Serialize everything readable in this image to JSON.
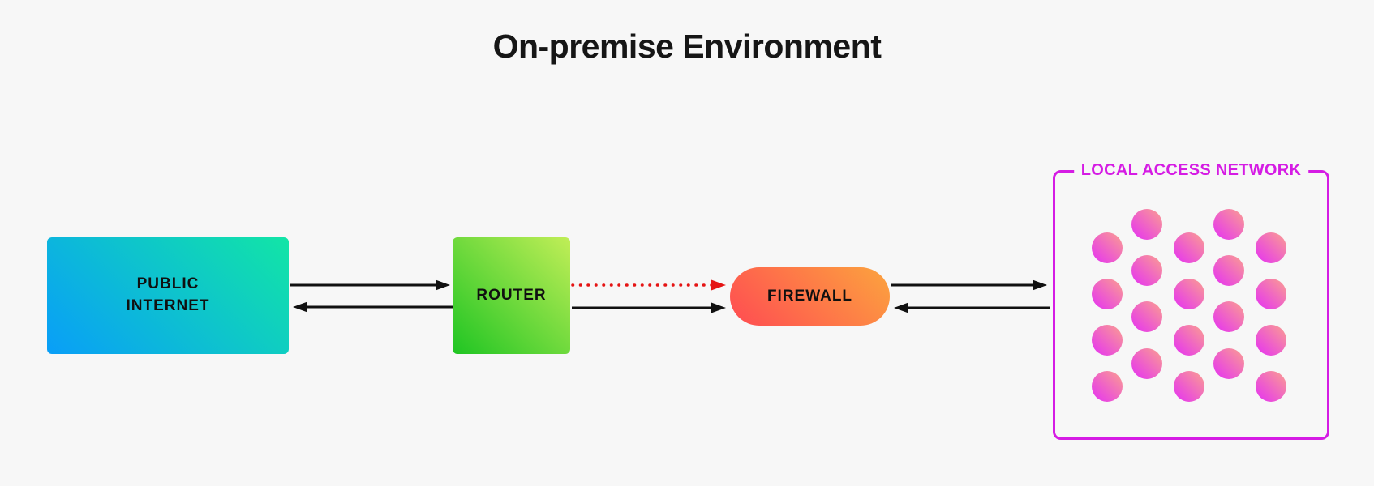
{
  "title": "On-premise Environment",
  "nodes": {
    "public_internet": {
      "label": "PUBLIC\nINTERNET",
      "shape": "rectangle"
    },
    "router": {
      "label": "ROUTER",
      "shape": "square"
    },
    "firewall": {
      "label": "FIREWALL",
      "shape": "pill"
    },
    "lan": {
      "label": "LOCAL ACCESS NETWORK",
      "shape": "outlined-box",
      "device_count": 20
    }
  },
  "connections": [
    {
      "from": "public-internet",
      "to": "router",
      "style": "solid",
      "direction": "right"
    },
    {
      "from": "router",
      "to": "public-internet",
      "style": "solid",
      "direction": "left"
    },
    {
      "from": "router",
      "to": "firewall",
      "style": "dotted",
      "direction": "right"
    },
    {
      "from": "router",
      "to": "firewall",
      "style": "solid",
      "direction": "right"
    },
    {
      "from": "firewall",
      "to": "lan",
      "style": "solid",
      "direction": "right"
    },
    {
      "from": "lan",
      "to": "firewall",
      "style": "solid",
      "direction": "left"
    }
  ],
  "colors": {
    "background": "#f7f7f7",
    "title_text": "#161616",
    "node_text": "#101010",
    "internet_gradient": [
      "#099ef8",
      "#12e5a6"
    ],
    "router_gradient": [
      "#1fc523",
      "#c1ee57"
    ],
    "firewall_gradient": [
      "#ff4b52",
      "#fca43e"
    ],
    "lan_accent": "#d51ce4",
    "dot_gradient": [
      "#e636ef",
      "#fb9f90"
    ],
    "arrow": "#111111",
    "dotted_arrow": "#e51414"
  },
  "lan_dots": {
    "count": 20,
    "diameter": 38,
    "columns_x": [
      67,
      116,
      168,
      217,
      269
    ],
    "rows_y": [
      67,
      95.6,
      124.2,
      152.8,
      181.4,
      210,
      238.6,
      267.2
    ],
    "even_row_columns": [
      1,
      3
    ],
    "odd_row_columns": [
      0,
      2,
      4
    ]
  }
}
